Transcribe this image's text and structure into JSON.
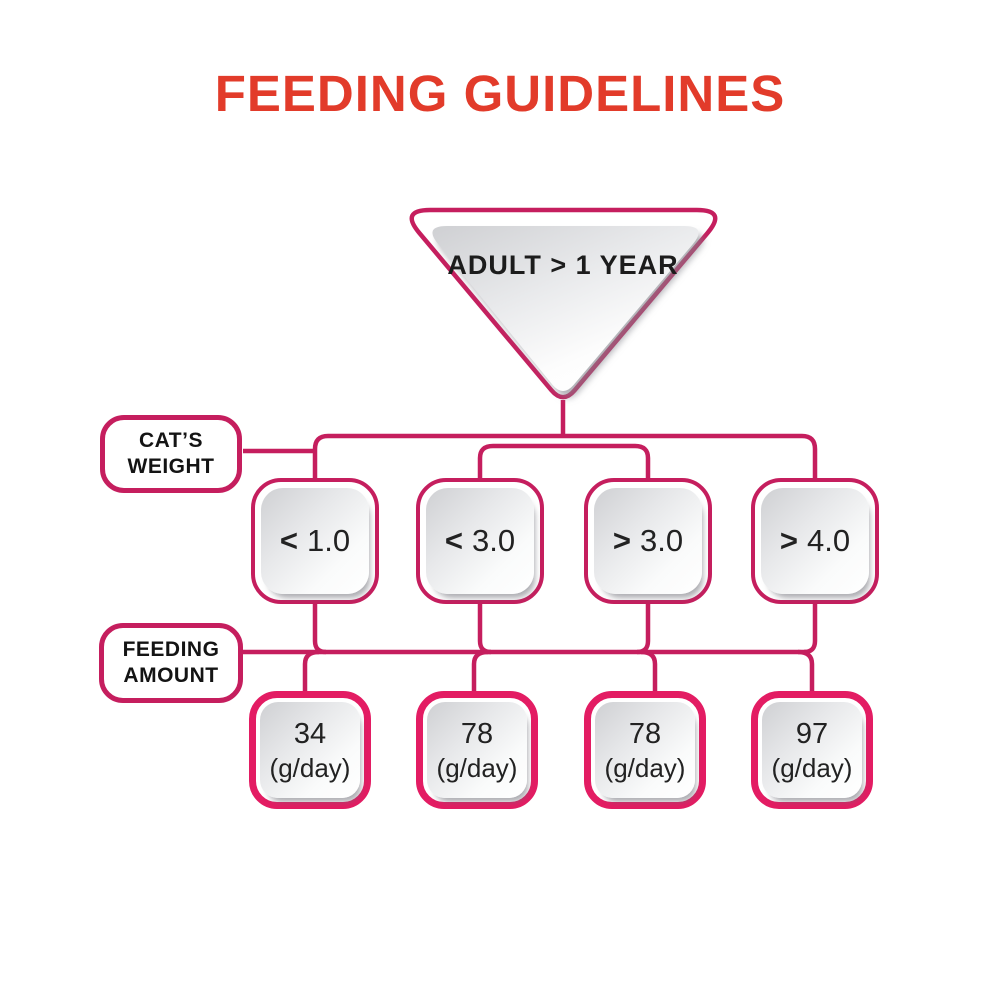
{
  "title": "FEEDING GUIDELINES",
  "diagram": {
    "root": "ADULT > 1 YEAR",
    "labels": {
      "weight_line1": "CAT’S",
      "weight_line2": "WEIGHT",
      "amount_line1": "FEEDING",
      "amount_line2": "AMOUNT"
    },
    "columns": [
      {
        "weight_op": "<",
        "weight_value": "1.0",
        "amount": "34",
        "unit": "(g/day)"
      },
      {
        "weight_op": "<",
        "weight_value": "3.0",
        "amount": "78",
        "unit": "(g/day)"
      },
      {
        "weight_op": ">",
        "weight_value": "3.0",
        "amount": "78",
        "unit": "(g/day)"
      },
      {
        "weight_op": ">",
        "weight_value": "4.0",
        "amount": "97",
        "unit": "(g/day)"
      }
    ]
  },
  "colors": {
    "title": "#E23B2A",
    "line": "#C51E5E",
    "amount_border": "#E31C63",
    "text": "#222222"
  }
}
